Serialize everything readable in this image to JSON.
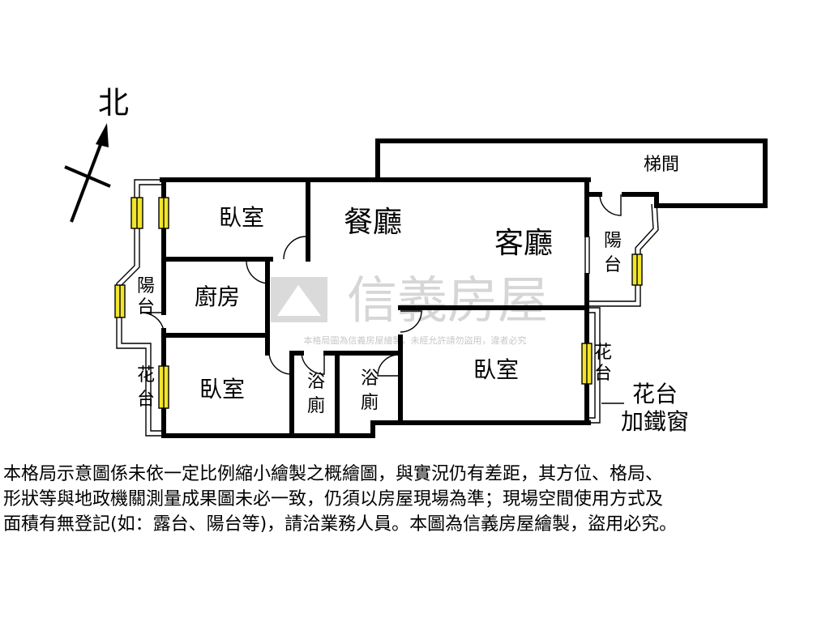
{
  "compass": {
    "label": "北"
  },
  "rooms": {
    "stairwell": "梯間",
    "bedroom_top_left": "臥室",
    "dining": "餐廳",
    "living": "客廳",
    "balcony_right": [
      "陽",
      "台"
    ],
    "balcony_left": [
      "陽",
      "台"
    ],
    "kitchen": "廚房",
    "bedroom_bottom_left": "臥室",
    "bath_left": [
      "浴",
      "廁"
    ],
    "bath_right": [
      "浴",
      "廁"
    ],
    "bedroom_right": "臥室",
    "flower_left": [
      "花",
      "台"
    ],
    "flower_right": [
      "花",
      "台"
    ]
  },
  "callout": {
    "line1": "花台",
    "line2": "加鐵窗"
  },
  "watermark": {
    "brand": "信義房屋",
    "notice": "本格局圖為信義房屋繪製，未經允許請勿盜用，違者必究"
  },
  "disclaimer": {
    "line1": "本格局示意圖係未依一定比例縮小繪製之概繪圖，與實況仍有差距，其方位、格局、",
    "line2": "形狀等與地政機關測量成果圖未必一致，仍須以房屋現場為準；現場空間使用方式及",
    "line3": "面積有無登記(如：露台、陽台等)，請洽業務人員。本圖為信義房屋繪製，盜用必究。"
  },
  "colors": {
    "wall": "#000000",
    "window": "#f2e52a",
    "watermark": "#c8c8c8"
  }
}
